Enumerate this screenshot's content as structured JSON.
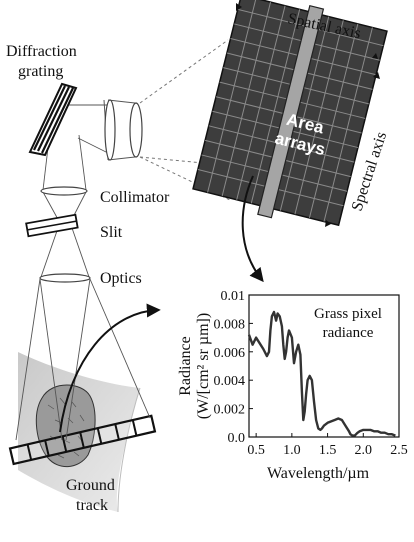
{
  "labels": {
    "diffraction_grating": [
      "Diffraction",
      "grating"
    ],
    "collimator": "Collimator",
    "slit": "Slit",
    "optics": "Optics",
    "ground_track": [
      "Ground",
      "track"
    ],
    "spatial_axis": "Spatial axis",
    "spectral_axis": "Spectral axis",
    "area_arrays": [
      "Area",
      "arrays"
    ]
  },
  "chart_data": {
    "type": "line",
    "inset_title": [
      "Grass pixel",
      "radiance"
    ],
    "xlabel": "Wavelength/µm",
    "ylabel": [
      "Radiance",
      "(W/[cm² sr µm])"
    ],
    "xlim": [
      0.4,
      2.5
    ],
    "ylim": [
      0,
      0.01
    ],
    "x_ticks": [
      "0.5",
      "1.0",
      "1.5",
      "2.0",
      "2.5"
    ],
    "x_tick_values": [
      0.5,
      1.0,
      1.5,
      2.0,
      2.5
    ],
    "y_ticks": [
      "0.0",
      "0.002",
      "0.004",
      "0.006",
      "0.008",
      "0.01"
    ],
    "y_tick_values": [
      0,
      0.002,
      0.004,
      0.006,
      0.008,
      0.01
    ],
    "series": [
      {
        "x": [
          0.4,
          0.45,
          0.5,
          0.55,
          0.6,
          0.65,
          0.68,
          0.7,
          0.72,
          0.75,
          0.78,
          0.8,
          0.83,
          0.86,
          0.88,
          0.9,
          0.92,
          0.94,
          0.96,
          1.0,
          1.03,
          1.06,
          1.09,
          1.12,
          1.14,
          1.16,
          1.18,
          1.2,
          1.22,
          1.25,
          1.28,
          1.31,
          1.34,
          1.37,
          1.4,
          1.42,
          1.45,
          1.5,
          1.55,
          1.6,
          1.65,
          1.7,
          1.75,
          1.8,
          1.82,
          1.85,
          1.88,
          1.9,
          1.92,
          1.95,
          2.0,
          2.05,
          2.1,
          2.15,
          2.2,
          2.25,
          2.3,
          2.35,
          2.4,
          2.45
        ],
        "y": [
          0.0072,
          0.0065,
          0.007,
          0.0066,
          0.0062,
          0.0057,
          0.006,
          0.0075,
          0.0085,
          0.0088,
          0.0082,
          0.0087,
          0.0085,
          0.0078,
          0.0065,
          0.0055,
          0.006,
          0.007,
          0.0075,
          0.007,
          0.0052,
          0.006,
          0.0065,
          0.0058,
          0.0032,
          0.0012,
          0.0018,
          0.003,
          0.004,
          0.0043,
          0.004,
          0.0025,
          0.0012,
          0.0006,
          0.0005,
          0.0006,
          0.0008,
          0.001,
          0.0011,
          0.0012,
          0.0013,
          0.0012,
          0.0008,
          0.0004,
          0.0002,
          0.0001,
          0.0001,
          0.0002,
          0.0003,
          0.0004,
          0.0005,
          0.0005,
          0.0005,
          0.0004,
          0.0004,
          0.0003,
          0.0003,
          0.0002,
          0.0002,
          0.0001
        ]
      }
    ]
  }
}
